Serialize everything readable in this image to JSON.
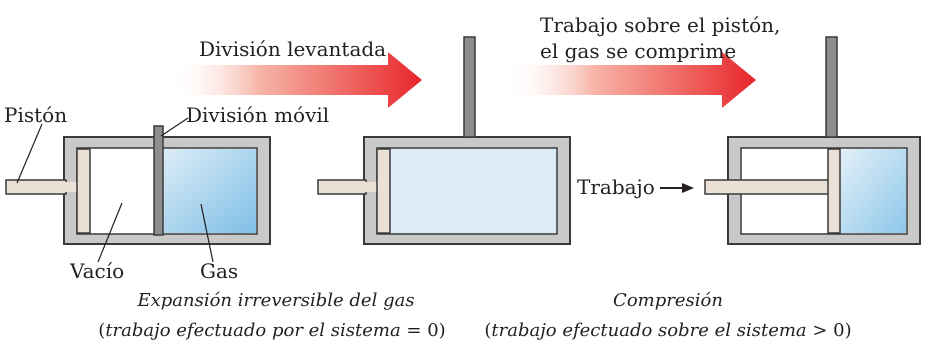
{
  "labels": {
    "piston": "Pistón",
    "movable_partition": "División móvil",
    "vacuum": "Vacío",
    "gas": "Gas",
    "partition_lifted": "División levantada",
    "work_on_piston_line1": "Trabajo sobre el pistón,",
    "work_on_piston_line2": "el gas se comprime",
    "work": "Trabajo"
  },
  "captions": {
    "expansion": {
      "title": "Expansión irreversible del gas",
      "paren_open": "(",
      "detail": "trabajo efectuado por el sistema",
      "relation": " = 0)"
    },
    "compression": {
      "title": "Compresión",
      "paren_open": "(",
      "detail": "trabajo efectuado sobre el sistema",
      "relation": " > 0)"
    }
  },
  "colors": {
    "wall_outer": "#3a3a3a",
    "wall_fill": "#c9c9c9",
    "vacuum_fill": "#ffffff",
    "gas_light": "#dcecf6",
    "gas_blue": "#7fbfe6",
    "piston_fill": "#eae0d6",
    "partition_fill": "#8e8e8e",
    "arrow_red": "#e8262a"
  }
}
